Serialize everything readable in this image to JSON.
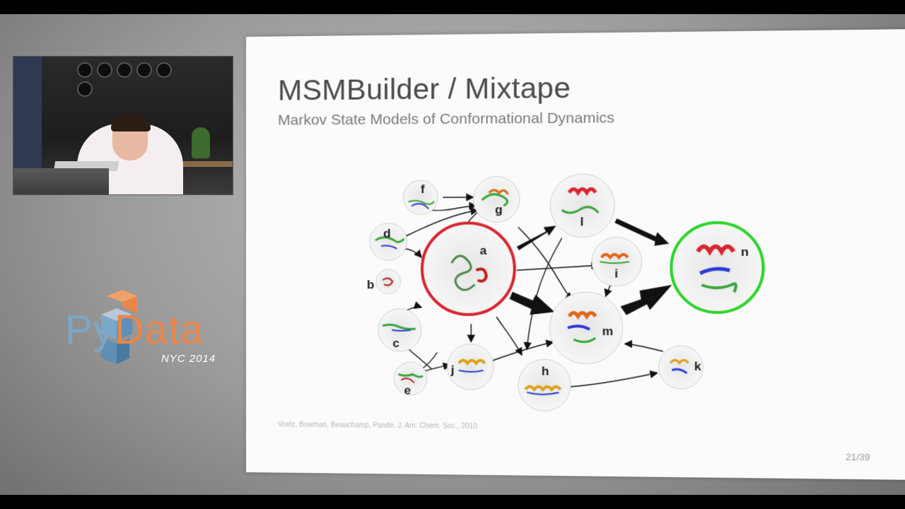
{
  "video": {
    "caption": ""
  },
  "logo": {
    "py": "Py",
    "data": "Data",
    "subtitle": "NYC 2014"
  },
  "slide": {
    "title": "MSMBuilder / Mixtape",
    "subtitle": "Markov State Models of Conformational Dynamics",
    "citation": "Voelz, Bowman, Beauchamp, Pande, J. Am. Chem. Soc., 2010",
    "page": "21/39"
  },
  "diagram": {
    "nodes": [
      {
        "id": "a",
        "label": "a",
        "ring": "red"
      },
      {
        "id": "b",
        "label": "b"
      },
      {
        "id": "c",
        "label": "c"
      },
      {
        "id": "d",
        "label": "d"
      },
      {
        "id": "e",
        "label": "e"
      },
      {
        "id": "f",
        "label": "f"
      },
      {
        "id": "g",
        "label": "g"
      },
      {
        "id": "h",
        "label": "h"
      },
      {
        "id": "i",
        "label": "i"
      },
      {
        "id": "j",
        "label": "j"
      },
      {
        "id": "k",
        "label": "k"
      },
      {
        "id": "l",
        "label": "l"
      },
      {
        "id": "m",
        "label": "m"
      },
      {
        "id": "n",
        "label": "n",
        "ring": "green"
      }
    ],
    "colors": {
      "unfolded": "#d8262e",
      "folded": "#2bd42b",
      "arrow": "#111111"
    }
  }
}
